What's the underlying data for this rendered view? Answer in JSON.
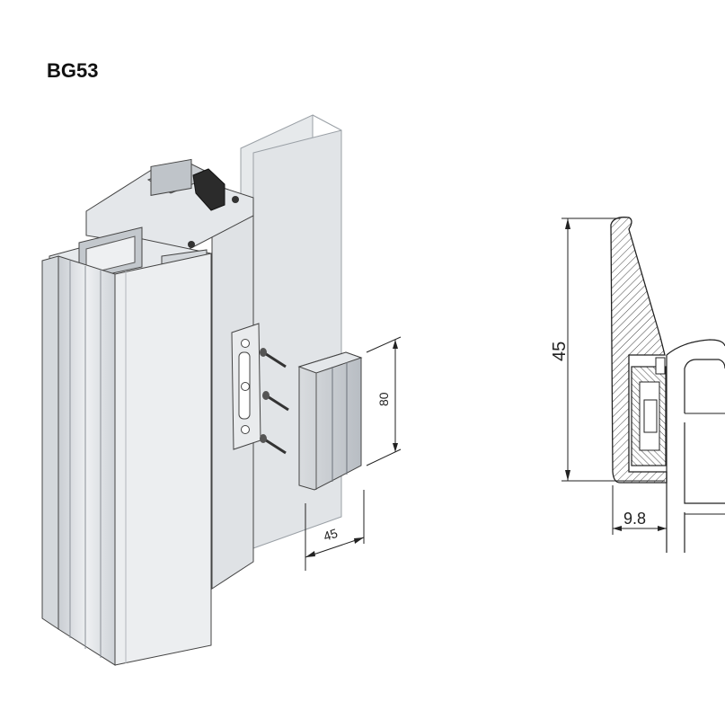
{
  "title": "BG53",
  "iso_view": {
    "dim_height": "80",
    "dim_width": "45"
  },
  "section_view": {
    "dim_height": "45",
    "dim_depth": "9.8"
  },
  "colors": {
    "line": "#333333",
    "metal_light": "#e9ebed",
    "metal_mid": "#cfd3d8",
    "metal_dark": "#9aa0a7",
    "glass": "#e3e6e8",
    "gasket": "#2b2b2b"
  }
}
